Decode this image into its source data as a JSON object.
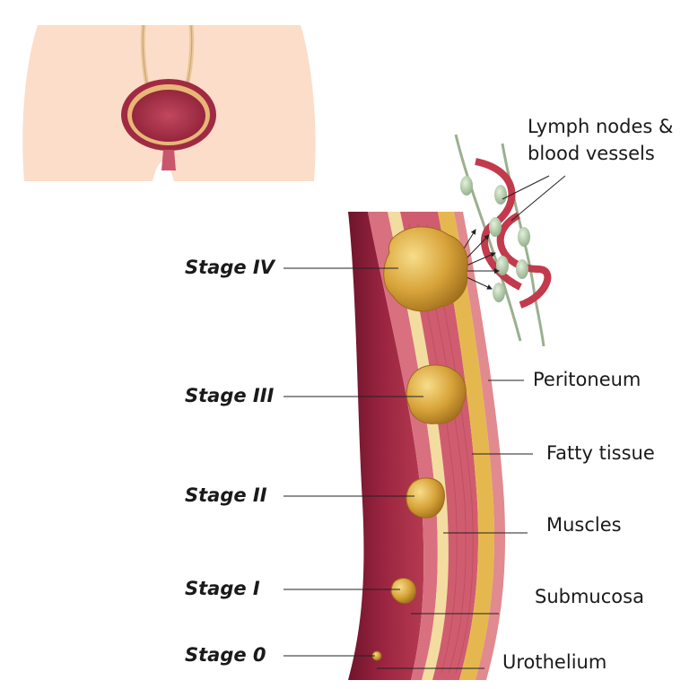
{
  "labels": {
    "lymph_line1": "Lymph nodes &",
    "lymph_line2": "blood vessels",
    "layers": {
      "peritoneum": "Peritoneum",
      "fatty": "Fatty tissue",
      "muscles": "Muscles",
      "submucosa": "Submucosa",
      "urothelium": "Urothelium"
    },
    "stages": {
      "iv": "Stage IV",
      "iii": "Stage III",
      "ii": "Stage II",
      "i": "Stage I",
      "zero": "Stage 0"
    }
  },
  "colors": {
    "skin": "#fbddc9",
    "deep_red": "#8b1e3a",
    "wall_red": "#b8374d",
    "mucosa_pink": "#d9707f",
    "cream": "#f3dca0",
    "fat_yellow": "#e5b84f",
    "tumor": "#c9962d",
    "lymph_node": "#b9d2b0",
    "vessel": "#c23a4c"
  }
}
